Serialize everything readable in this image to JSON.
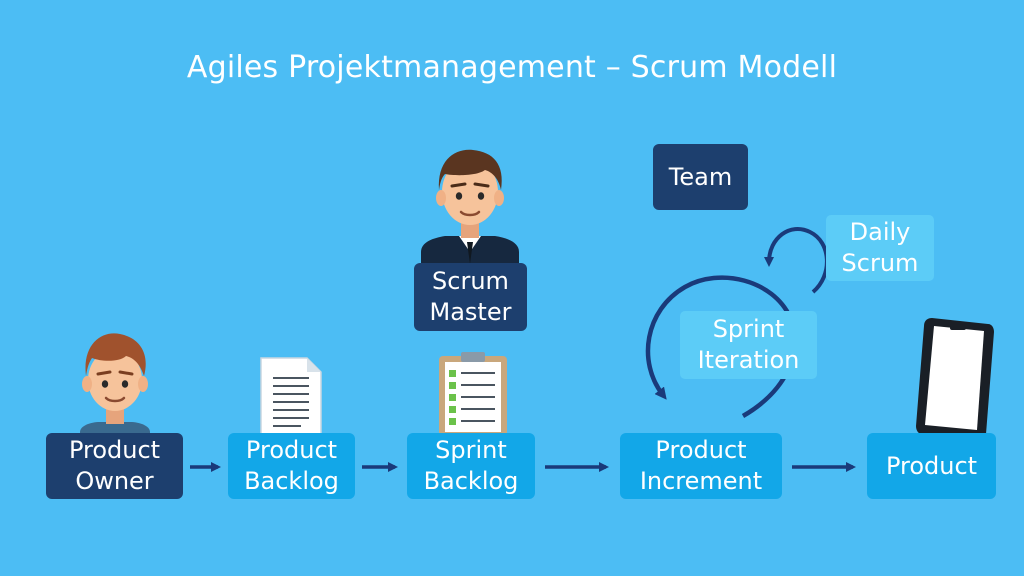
{
  "title": "Agiles Projektmanagement – Scrum Modell",
  "nodes": {
    "product_owner": "Product\nOwner",
    "product_backlog": "Product\nBacklog",
    "sprint_backlog": "Sprint\nBacklog",
    "product_increment": "Product\nIncrement",
    "product": "Product",
    "scrum_master": "Scrum\nMaster",
    "team": "Team",
    "sprint_iteration": "Sprint\nIteration",
    "daily_scrum": "Daily\nScrum"
  },
  "icons": {
    "product_owner": "person-avatar-icon",
    "scrum_master": "person-suit-icon",
    "product_backlog": "document-icon",
    "sprint_backlog": "checklist-clipboard-icon",
    "product": "smartphone-icon",
    "sprint_cycle": "circular-arrow-icon",
    "daily_cycle": "circular-arrow-small-icon"
  },
  "colors": {
    "background": "#4cbdf4",
    "dark_box": "#1d3f6e",
    "light_box": "#12a7e8",
    "pale_box": "#5cccf7",
    "arrow": "#1a3a7a"
  }
}
